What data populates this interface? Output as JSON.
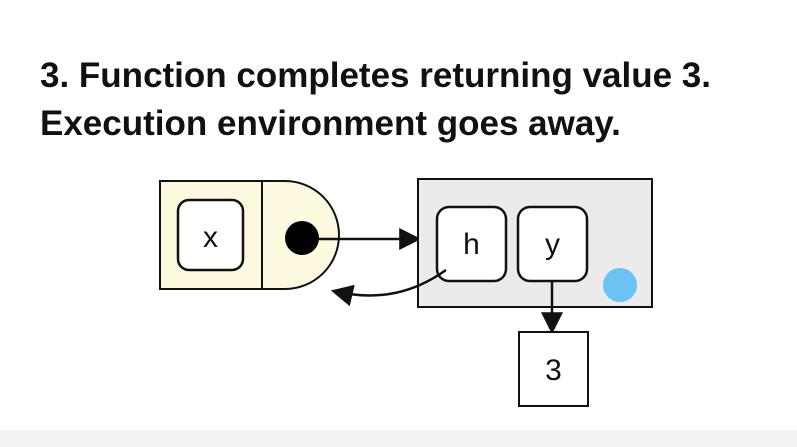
{
  "heading": {
    "step_number": "3.",
    "line1_text": " Function completes returning value 3.",
    "line2_text": "Execution environment goes away."
  },
  "diagram": {
    "frame": {
      "variable_label": "x",
      "fill": "#fdf9df"
    },
    "environment": {
      "fill": "#ebebeb",
      "bindings": [
        {
          "name": "h"
        },
        {
          "name": "y"
        }
      ],
      "marker_color": "#69c3f5"
    },
    "value_box": {
      "value": "3"
    },
    "colors": {
      "stroke": "#111111",
      "pointer_dot": "#000000"
    }
  }
}
